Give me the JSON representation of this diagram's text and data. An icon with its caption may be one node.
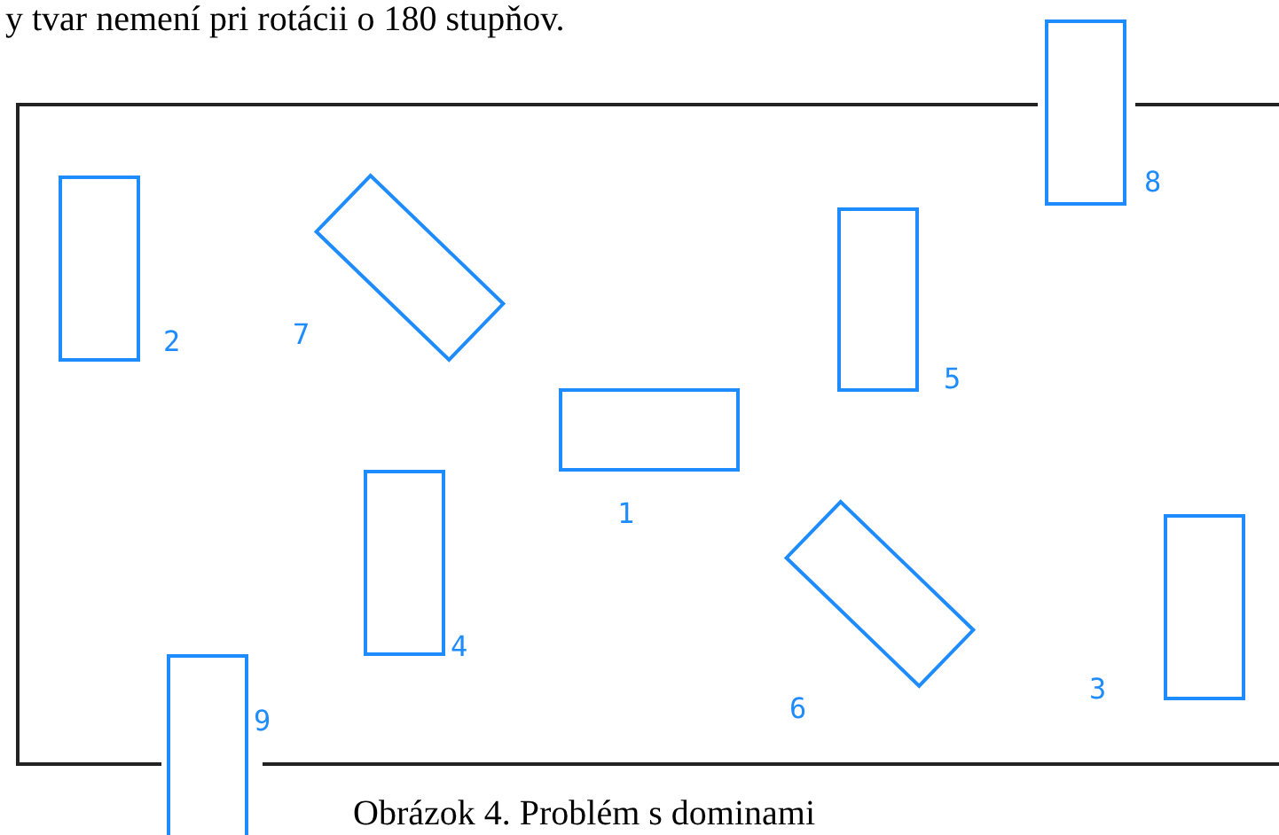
{
  "diagram": {
    "caption": "Obrázok 4. Problém s dominami",
    "nodes": [
      {
        "text": [],
        "shape": "box"
      },
      {
        "text": [],
        "shape": "box",
        "in": 0,
        "beside": [
          "1"
        ]
      },
      {
        "text": [],
        "shape": "box",
        "in": 0,
        "beside": [
          "2"
        ]
      },
      {
        "text": [],
        "shape": "box",
        "in": 0,
        "beside": [
          "3"
        ]
      },
      {
        "text": [],
        "shape": "box",
        "in": 0,
        "beside": [
          "4"
        ]
      },
      {
        "text": [],
        "shape": "box",
        "in": 0,
        "beside": [
          "5"
        ]
      },
      {
        "text": [],
        "shape": "box",
        "in": 0,
        "beside": [
          "6"
        ]
      },
      {
        "text": [],
        "shape": "box",
        "in": 0,
        "beside": [
          "7"
        ]
      },
      {
        "text": [],
        "shape": "box",
        "beside": [
          "8"
        ]
      },
      {
        "text": [],
        "shape": "box",
        "beside": [
          "9"
        ]
      }
    ],
    "labels": [
      "y tvar nemení pri rotácii o 180 stupňov."
    ]
  }
}
